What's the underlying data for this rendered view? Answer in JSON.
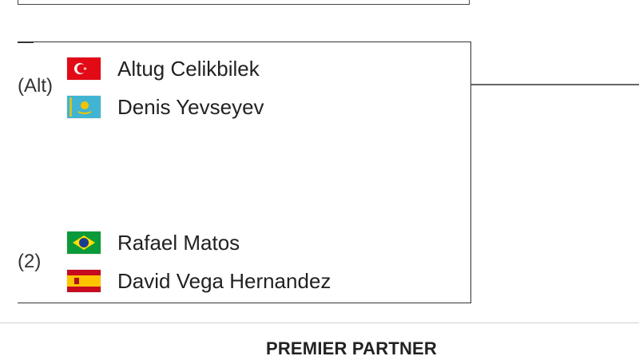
{
  "match_top": {},
  "match": {
    "team1": {
      "seed": "(Alt)",
      "players": [
        {
          "name": "Altug Celikbilek",
          "flag": "turkey-flag-icon",
          "flag_color": "#e30a17"
        },
        {
          "name": "Denis Yevseyev",
          "flag": "kazakhstan-flag-icon",
          "flag_color": "#41b4d2"
        }
      ]
    },
    "team2": {
      "seed": "(2)",
      "players": [
        {
          "name": "Rafael Matos",
          "flag": "brazil-flag-icon",
          "flag_color": "#0b9a3a"
        },
        {
          "name": "David Vega Hernandez",
          "flag": "spain-flag-icon",
          "flag_color": "#c60b1e"
        }
      ]
    }
  },
  "footer": {
    "partner_label": "PREMIER PARTNER"
  },
  "colors": {
    "line": "#333333",
    "connector": "#666666",
    "divider": "#cfcfcf"
  }
}
